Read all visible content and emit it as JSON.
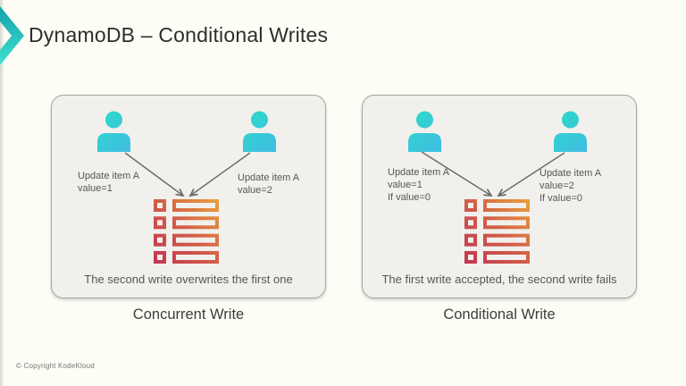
{
  "slide": {
    "title": "DynamoDB – Conditional Writes",
    "copyright": "© Copyright KodeKloud"
  },
  "icons": {
    "logo": "kodekloud-chevron-logo",
    "user": "person-icon",
    "table": "dynamodb-items-icon",
    "arrow": "write-arrow"
  },
  "colors": {
    "background": "#FDFCF5",
    "panel_background": "#F1F0EC",
    "panel_border": "#A3A3A3",
    "title_text": "#2E2E2E",
    "label_text": "#565656",
    "arrow": "#6A6A6A",
    "person_gradient": [
      "#2BDAC8",
      "#41BCE4"
    ],
    "table_gradient": [
      "#C23650",
      "#D25C49",
      "#EAA23A"
    ],
    "logo_gradient": [
      "#14A3A8",
      "#3FE0D2"
    ]
  },
  "panels": [
    {
      "caption": "Concurrent Write",
      "result_text": "The second write overwrites the first one",
      "left_label": {
        "lines": [
          "Update item A",
          "value=1"
        ]
      },
      "right_label": {
        "lines": [
          "Update item A",
          "value=2"
        ]
      }
    },
    {
      "caption": "Conditional Write",
      "result_text": "The first write accepted, the second write fails",
      "left_label": {
        "lines": [
          "Update item A",
          "value=1",
          "If value=0"
        ]
      },
      "right_label": {
        "lines": [
          "Update item A",
          "value=2",
          "If value=0"
        ]
      }
    }
  ]
}
